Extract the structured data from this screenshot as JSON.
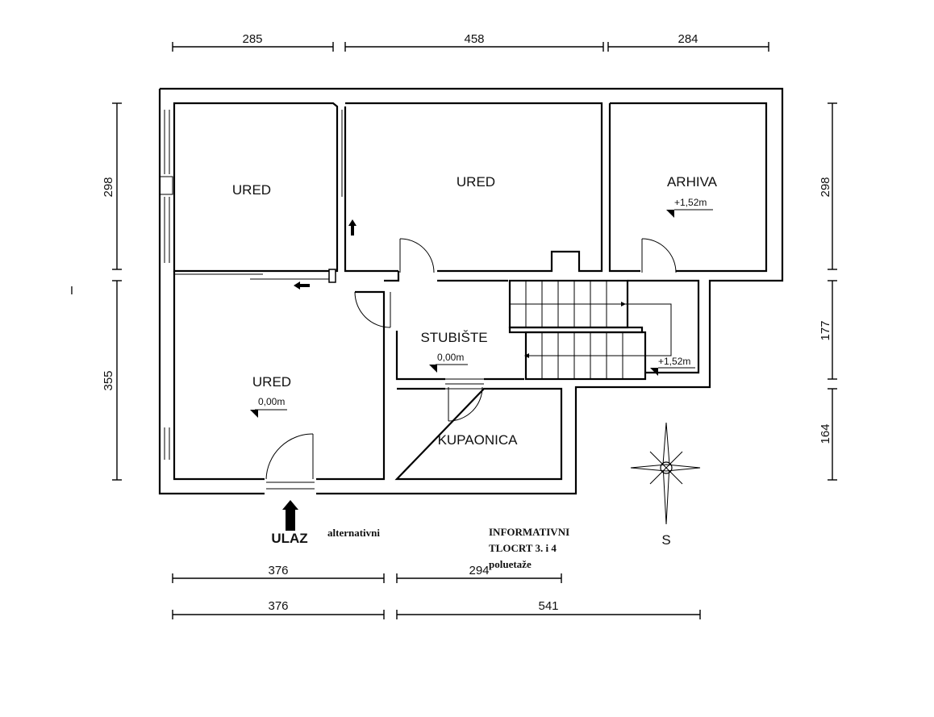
{
  "rooms": {
    "ured_top_left": "URED",
    "ured_top_mid": "URED",
    "arhiva": "ARHIVA",
    "ured_bottom": "URED",
    "stubiste": "STUBIŠTE",
    "kupaonica": "KUPAONICA"
  },
  "levels": {
    "arhiva": "+1,52m",
    "stubiste": "0,00m",
    "ured_bottom": "0,00m",
    "stairs_landing": "+1,52m"
  },
  "dimensions": {
    "top": [
      "285",
      "458",
      "284"
    ],
    "left": [
      "298",
      "355"
    ],
    "right": [
      "298",
      "177",
      "164"
    ],
    "bottom_row1": [
      "376",
      "294"
    ],
    "bottom_row2": [
      "376",
      "541"
    ]
  },
  "entrance": {
    "label": "ULAZ",
    "alt": "alternativni"
  },
  "note": {
    "line1": "INFORMATIVNI",
    "line2": "TLOCRT 3. i 4",
    "line3": "poluetaže"
  },
  "compass": {
    "label": "S"
  },
  "section_marker": "I"
}
